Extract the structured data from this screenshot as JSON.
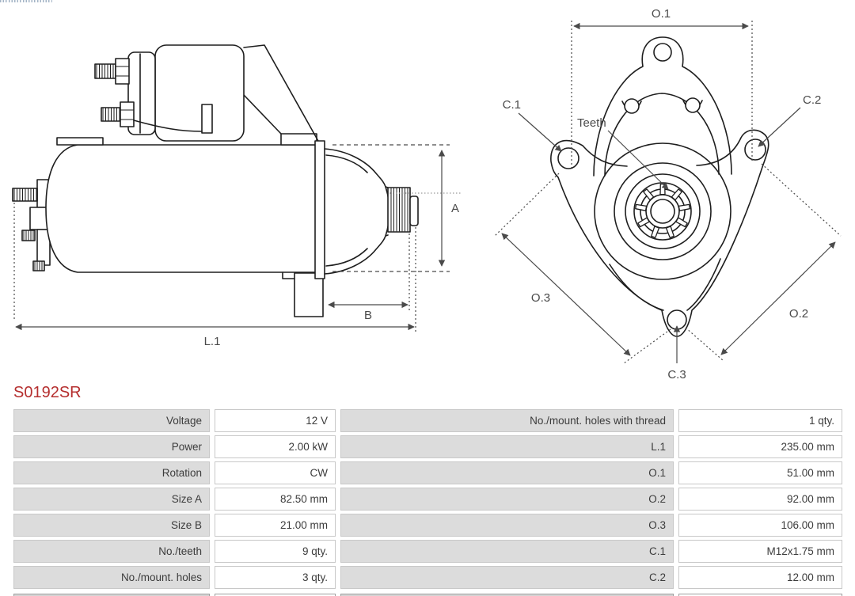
{
  "part_number": "S0192SR",
  "colors": {
    "part_number_red": "#b52f2f",
    "table_label_bg": "#dcdcdc",
    "table_border": "#c8c8c8",
    "drawing_line": "#1e1e1e",
    "dimension_line": "#4a4a4a"
  },
  "drawing": {
    "side_view": {
      "dim_a": "A",
      "dim_b": "B",
      "dim_l1": "L.1"
    },
    "front_view": {
      "dim_o1": "O.1",
      "dim_o2": "O.2",
      "dim_o3": "O.3",
      "dim_c1": "C.1",
      "dim_c2": "C.2",
      "dim_c3": "C.3",
      "teeth_label": "Teeth",
      "teeth_count": 9
    }
  },
  "spec_table": {
    "rows": [
      {
        "label_left": "Voltage",
        "value_left": "12 V",
        "label_right": "No./mount. holes with thread",
        "value_right": "1 qty."
      },
      {
        "label_left": "Power",
        "value_left": "2.00 kW",
        "label_right": "L.1",
        "value_right": "235.00 mm"
      },
      {
        "label_left": "Rotation",
        "value_left": "CW",
        "label_right": "O.1",
        "value_right": "51.00 mm"
      },
      {
        "label_left": "Size A",
        "value_left": "82.50 mm",
        "label_right": "O.2",
        "value_right": "92.00 mm"
      },
      {
        "label_left": "Size B",
        "value_left": "21.00 mm",
        "label_right": "O.3",
        "value_right": "106.00 mm"
      },
      {
        "label_left": "No./teeth",
        "value_left": "9 qty.",
        "label_right": "C.1",
        "value_right": "M12x1.75 mm"
      },
      {
        "label_left": "No./mount. holes",
        "value_left": "3 qty.",
        "label_right": "C.2",
        "value_right": "12.00 mm"
      }
    ]
  }
}
